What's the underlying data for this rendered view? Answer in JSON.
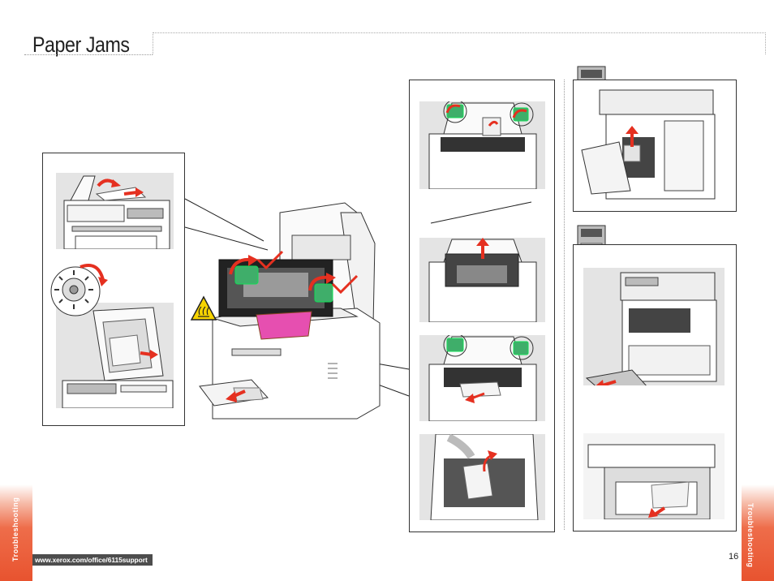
{
  "page": {
    "title": "Paper Jams",
    "section_tab_left": "Troubleshooting",
    "section_tab_right": "Troubleshooting",
    "footer_url": "www.xerox.com/office/6115support",
    "page_number": "16"
  },
  "colors": {
    "accent_orange": "#e8532f",
    "arrow_red": "#e53020",
    "check_red": "#e53020",
    "highlight_green": "#3fae6a",
    "highlight_magenta": "#e64fb0",
    "warning_yellow": "#f7d400",
    "footer_bar": "#4d4d4d"
  },
  "icons": [
    "hot-surface-warning-icon",
    "red-arrow-icon",
    "red-checkmark-icon",
    "printer-thumbnail-icon",
    "gear-knob-icon"
  ]
}
